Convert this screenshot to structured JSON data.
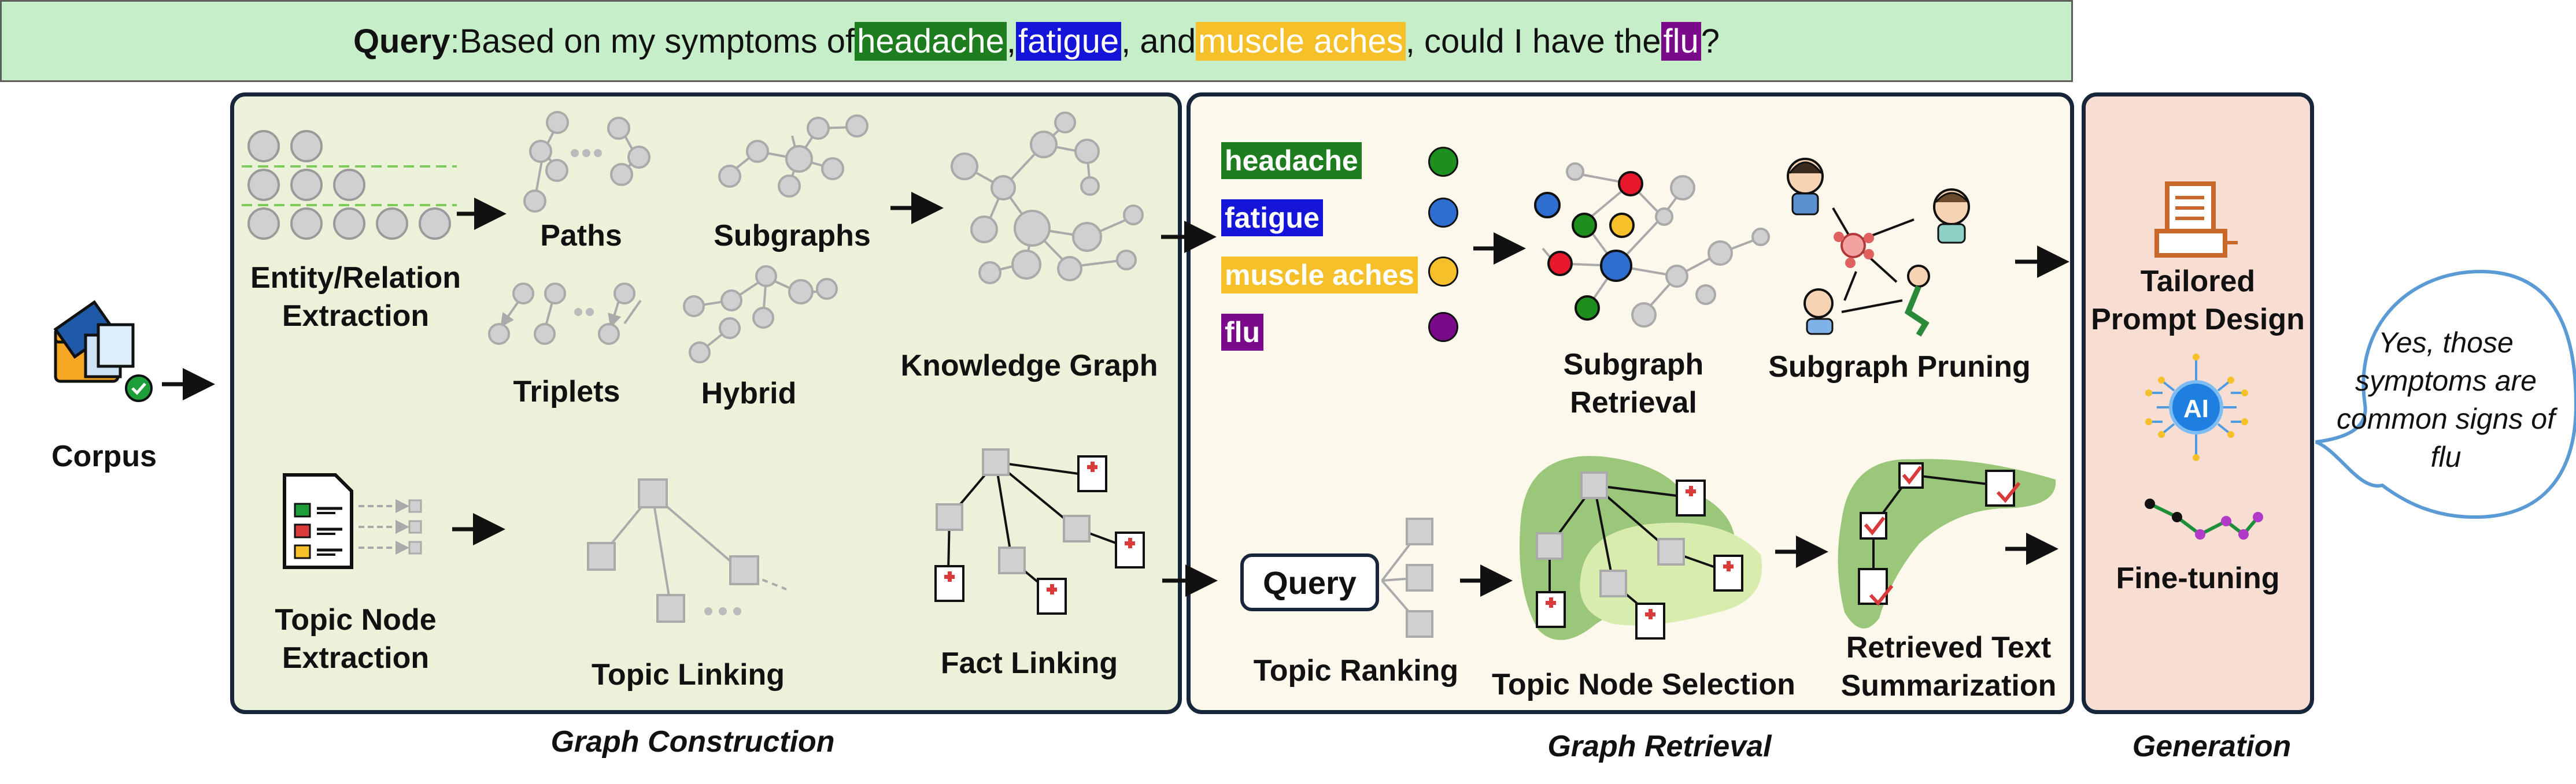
{
  "query": {
    "label": "Query",
    "colon": ":",
    "text_1": " Based on my symptoms of ",
    "sym_1": "headache",
    "sep_1": ", ",
    "sym_2": "fatigue",
    "sep_2": ", and ",
    "sym_3": "muscle aches",
    "text_2": ", could I have the ",
    "sym_4": "flu",
    "text_3": "?"
  },
  "colors": {
    "headache": "#1e7d1e",
    "fatigue": "#1515d9",
    "muscle_aches": "#f5c02a",
    "flu": "#7a0a8a",
    "query_bg": "#c6efc9",
    "construction_bg": "#ebf2d9",
    "retrieval_bg": "#fcf8ec",
    "generation_bg": "#f8ddd3",
    "panel_border": "#17263a",
    "bubble_border": "#5b9bd5"
  },
  "corpus": {
    "label": "Corpus"
  },
  "construction": {
    "caption": "Graph Construction",
    "entity_relation_1": "Entity/Relation",
    "entity_relation_2": "Extraction",
    "paths": "Paths",
    "subgraphs": "Subgraphs",
    "triplets": "Triplets",
    "hybrid": "Hybrid",
    "knowledge_graph": "Knowledge Graph",
    "topic_node_1": "Topic Node",
    "topic_node_2": "Extraction",
    "topic_linking": "Topic Linking",
    "fact_linking": "Fact Linking"
  },
  "retrieval": {
    "caption": "Graph Retrieval",
    "symptoms": [
      "headache",
      "fatigue",
      "muscle aches",
      "flu"
    ],
    "subgraph_retrieval_1": "Subgraph",
    "subgraph_retrieval_2": "Retrieval",
    "subgraph_pruning": "Subgraph Pruning",
    "query_box": "Query",
    "topic_ranking": "Topic Ranking",
    "topic_node_selection": "Topic Node Selection",
    "retrieved_text_1": "Retrieved Text",
    "retrieved_text_2": "Summarization"
  },
  "generation": {
    "caption": "Generation",
    "prompt_design_1": "Tailored",
    "prompt_design_2": "Prompt Design",
    "ai_badge": "AI",
    "fine_tuning": "Fine-tuning"
  },
  "answer": {
    "text": "Yes, those symptoms are common signs of flu"
  },
  "icons": [
    "folder-documents-icon",
    "document-list-icon",
    "medical-document-icon",
    "patient-figures-icon",
    "printer-prompt-icon",
    "ai-chip-icon",
    "fine-tuning-curve-icon"
  ]
}
